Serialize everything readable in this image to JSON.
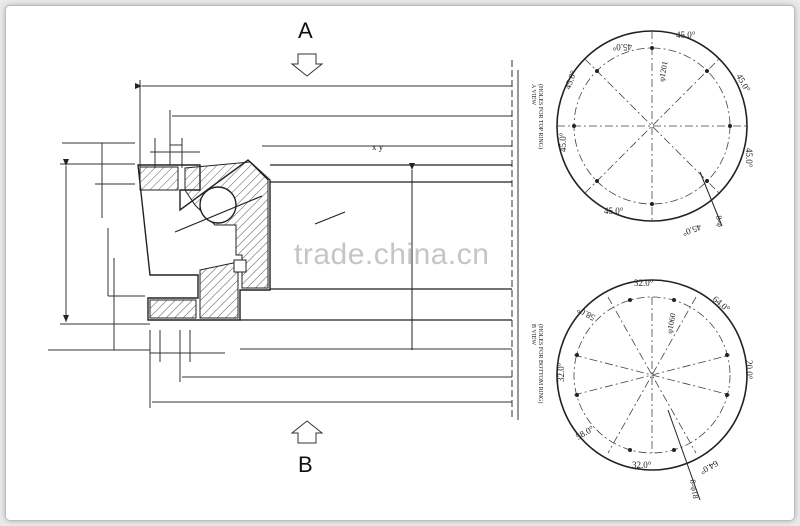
{
  "views": {
    "a_label": "A",
    "b_label": "B"
  },
  "section": {
    "dim_top": "x y"
  },
  "top_ring": {
    "title": "A VIEW",
    "subtitle": "(HOLES FOR TOP RING)",
    "angles": [
      "45.0°",
      "45.0°",
      "45.0°",
      "45.0°",
      "45.0°",
      "45.0°",
      "45.0°",
      "45.0°"
    ],
    "pcd_note": "φ1201",
    "hole_note": "8-φ"
  },
  "bottom_ring": {
    "title": "B VIEW",
    "subtitle": "(HOLES FOR BOTTOM RING)",
    "angles": [
      "32.0°",
      "64.0°",
      "20.0°",
      "64.0°",
      "32.0°",
      "58.0°",
      "32.0°",
      "58.0°"
    ],
    "pcd_note": "φ1060",
    "hole_note": "8-φ18"
  },
  "watermark": "trade.china.cn"
}
